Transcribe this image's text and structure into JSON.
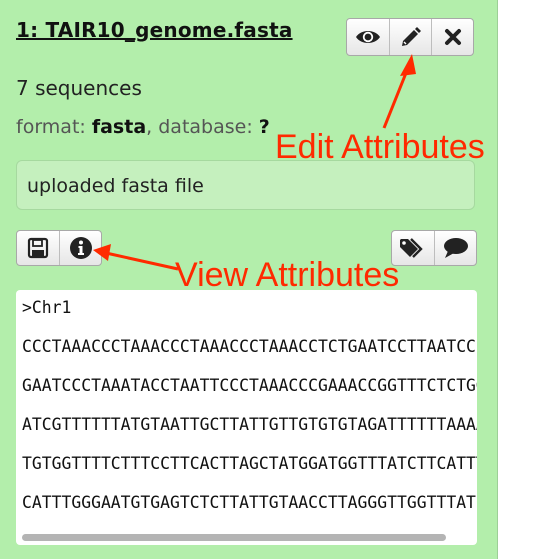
{
  "dataset": {
    "title": "1: TAIR10_genome.fasta",
    "sequence_count": "7 sequences",
    "format_label": "format:",
    "format_value": "fasta",
    "database_label": ", database:",
    "database_value": "?",
    "info": "uploaded fasta file"
  },
  "top_actions": [
    {
      "icon": "eye-icon",
      "name": "view-data-button"
    },
    {
      "icon": "pencil-icon",
      "name": "edit-attributes-button"
    },
    {
      "icon": "close-icon",
      "name": "delete-button"
    }
  ],
  "bottom_actions_left": [
    {
      "icon": "floppy-disk-icon",
      "name": "save-button"
    },
    {
      "icon": "info-icon",
      "name": "view-details-button"
    }
  ],
  "bottom_actions_right": [
    {
      "icon": "tags-icon",
      "name": "tags-button"
    },
    {
      "icon": "comment-icon",
      "name": "annotation-button"
    }
  ],
  "peek": {
    "lines": [
      ">Chr1",
      "CCCTAAACCCTAAACCCTAAACCCTAAACCTCTGAATCCTTAATCCCTAAATCCCTAAATCTTTAAATCC",
      "GAATCCCTAAATACCTAATTCCCTAAACCCGAAACCGGTTTCTCTGGTTGAAAATCATTGTGTATATAAT",
      "ATCGTTTTTTATGTAATTGCTTATTGTTGTGTGTAGATTTTTTAAAAATATCATTTGAGGTCAATACAAA",
      "TGTGGTTTTCTTTCCTTCACTTAGCTATGGATGGTTTATCTTCATTTGTTATATTGGATACAAGCTTTGC",
      "CATTTGGGAATGTGAGTCTCTTATTGTAACCTTAGGGTTGGTTTATCTCAAGAATCTTATTAATTGTTTG"
    ]
  },
  "annotations": {
    "edit": "Edit Attributes",
    "view": "View Attributes",
    "color": "#ff2a00"
  },
  "colors": {
    "panel_bg": "#b3eeab",
    "info_bg": "#c5f0be"
  }
}
